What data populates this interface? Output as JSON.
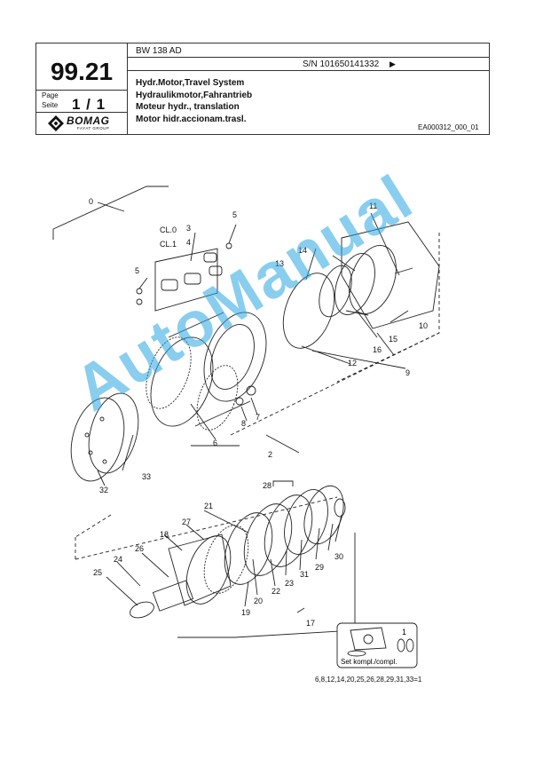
{
  "header": {
    "model": "BW 138 AD",
    "serial": "S/N 101650141332",
    "serial_arrow": "▶",
    "page_number": "99.21",
    "page_label_1": "Page",
    "page_label_2": "Seite",
    "page_value": "1 / 1",
    "titles": [
      "Hydr.Motor,Travel System",
      "Hydraulikmotor,Fahrantrieb",
      "Moteur hydr., translation",
      "Motor hidr.accionam.trasl."
    ],
    "doc_code": "EA000312_000_01",
    "logo": {
      "text": "BOMAG",
      "sub": "FAYAT GROUP"
    }
  },
  "callouts": [
    "0",
    "2",
    "3",
    "4",
    "5",
    "5",
    "6",
    "7",
    "8",
    "9",
    "10",
    "11",
    "12",
    "13",
    "14",
    "15",
    "16",
    "17",
    "18",
    "19",
    "20",
    "21",
    "22",
    "23",
    "24",
    "25",
    "26",
    "27",
    "28",
    "29",
    "30",
    "31",
    "32",
    "33",
    "1"
  ],
  "cl_labels": [
    "CL.0",
    "CL.1"
  ],
  "set_label": "Set kompl./compl.",
  "set_parts": "6,8,12,14,20,25,26,28,29,31,33=1",
  "watermark": "AutoManual",
  "colors": {
    "ink": "#222222",
    "watermark": "#29a7e1"
  }
}
